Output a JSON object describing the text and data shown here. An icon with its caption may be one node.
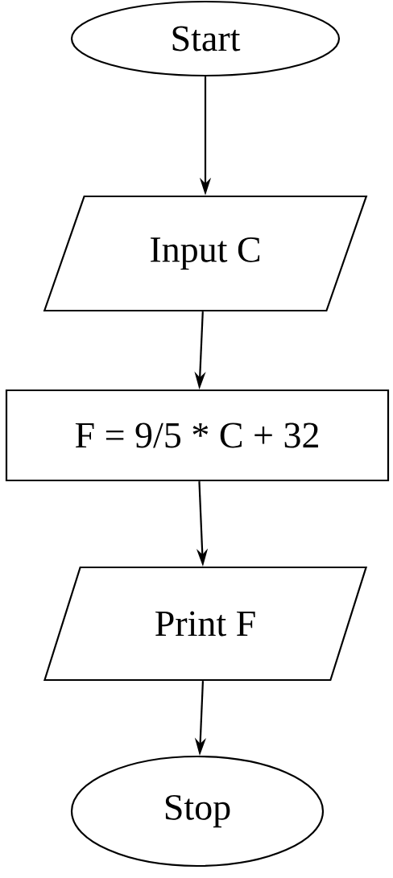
{
  "diagram": {
    "nodes": [
      {
        "text": [
          "Start"
        ]
      },
      {
        "text": [
          "Input C"
        ]
      },
      {
        "text": [
          "F = 9/5 * C + 32"
        ]
      },
      {
        "text": [
          "Print F"
        ]
      },
      {
        "text": [
          "Stop"
        ]
      }
    ],
    "edges": [
      {
        "from": 0,
        "to": 1,
        "arrow": "to"
      },
      {
        "from": 1,
        "to": 2,
        "arrow": "to"
      },
      {
        "from": 2,
        "to": 3,
        "arrow": "to"
      },
      {
        "from": 3,
        "to": 4,
        "arrow": "to"
      }
    ]
  }
}
